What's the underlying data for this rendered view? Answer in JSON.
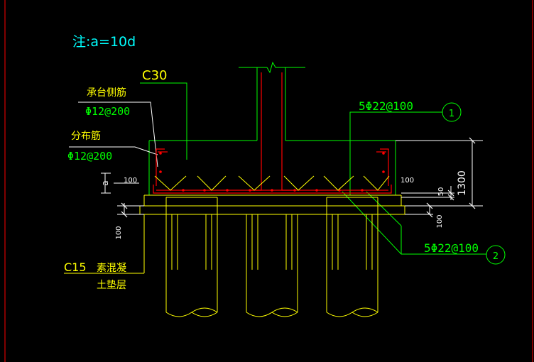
{
  "note": "注:a=10d",
  "labels": {
    "concrete_cap": "C30",
    "side_rebar_title": "承台侧筋",
    "side_rebar_spec": "Φ12@200",
    "dist_rebar_title": "分布筋",
    "dist_rebar_spec": "Φ12@200",
    "dim_a": "a",
    "dim_100_left": "100",
    "dim_100_right": "100",
    "dim_100_lower_left": "100",
    "dim_100_lower_right": "100",
    "dim_50": "50",
    "dim_1300": "1300",
    "rebar_top": "5Φ22@100",
    "rebar_bottom": "5Φ22@100",
    "callout_1": "1",
    "callout_2": "2",
    "concrete_pad_grade": "C15",
    "concrete_pad_title_1": "素混凝",
    "concrete_pad_title_2": "土垫层"
  },
  "colors": {
    "background": "#000000",
    "structure": "#ffff00",
    "rebar": "#ff0000",
    "leader": "#00ff00",
    "note_text": "#00ffff",
    "spec_text": "#00ff00",
    "label_text": "#ffff00",
    "white": "#ffffff",
    "magenta": "#ff00ff",
    "frame": "#ff0000"
  }
}
